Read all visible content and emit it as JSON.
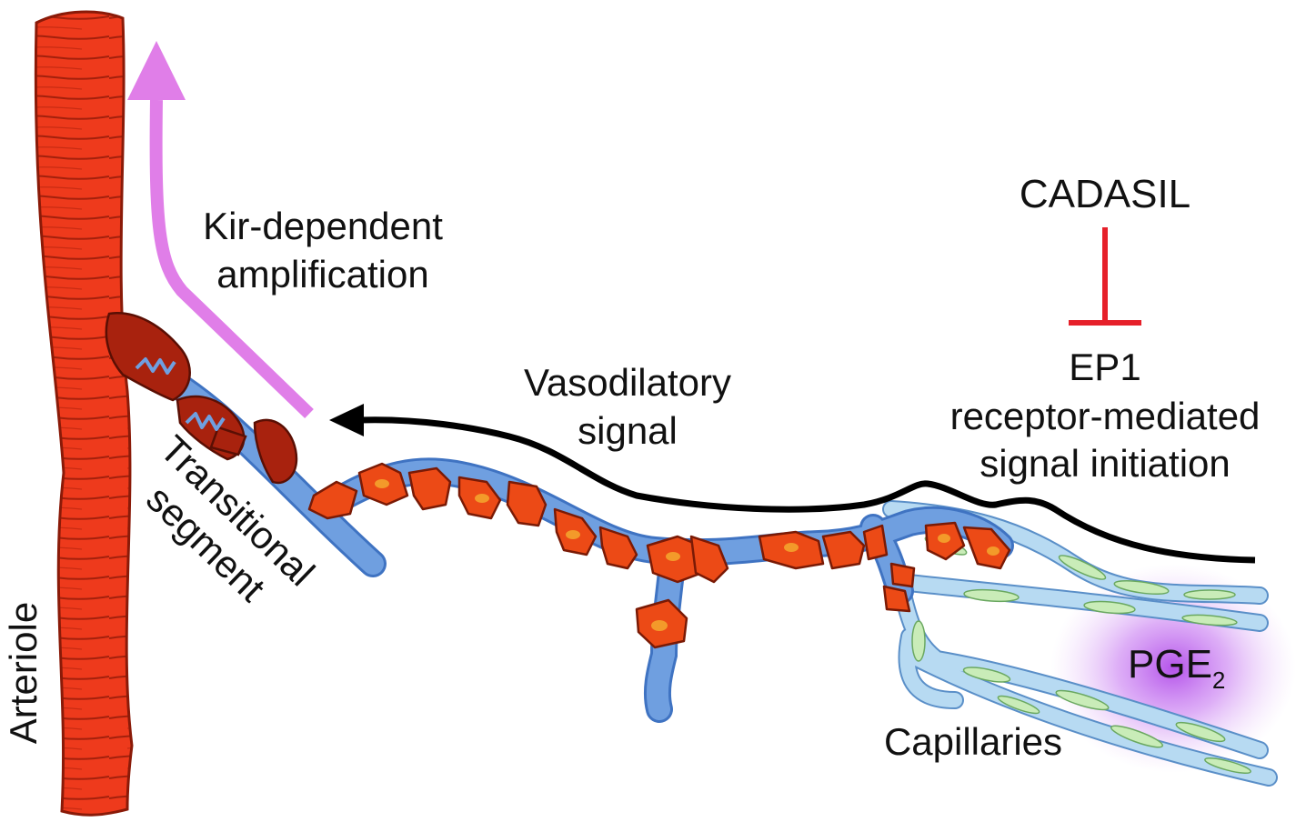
{
  "labels": {
    "kir_line1": "Kir-dependent",
    "kir_line2": "amplification",
    "vaso_line1": "Vasodilatory",
    "vaso_line2": "signal",
    "cadasil": "CADASIL",
    "ep1_line1": "EP1",
    "ep1_line2": "receptor-mediated",
    "ep1_line3": "signal initiation",
    "transitional_line1": "Transitional",
    "transitional_line2": "segment",
    "arteriole": "Arteriole",
    "capillaries": "Capillaries",
    "pge_main": "PGE",
    "pge_sub": "2"
  },
  "colors": {
    "arteriole_red": "#ee3a1c",
    "arteriole_dark": "#a3200c",
    "smc_dark": "#a8220e",
    "pericyte_orange": "#ec4a16",
    "vessel_blue": "#6f9fe0",
    "capillary_light_blue": "#b7daf2",
    "endothelial_green": "#c9ecb8",
    "kir_arrow_magenta": "#e07ee8",
    "inhibition_red": "#e6202a",
    "pge_glow_purple": "#b044e8",
    "signal_black": "#000000"
  }
}
